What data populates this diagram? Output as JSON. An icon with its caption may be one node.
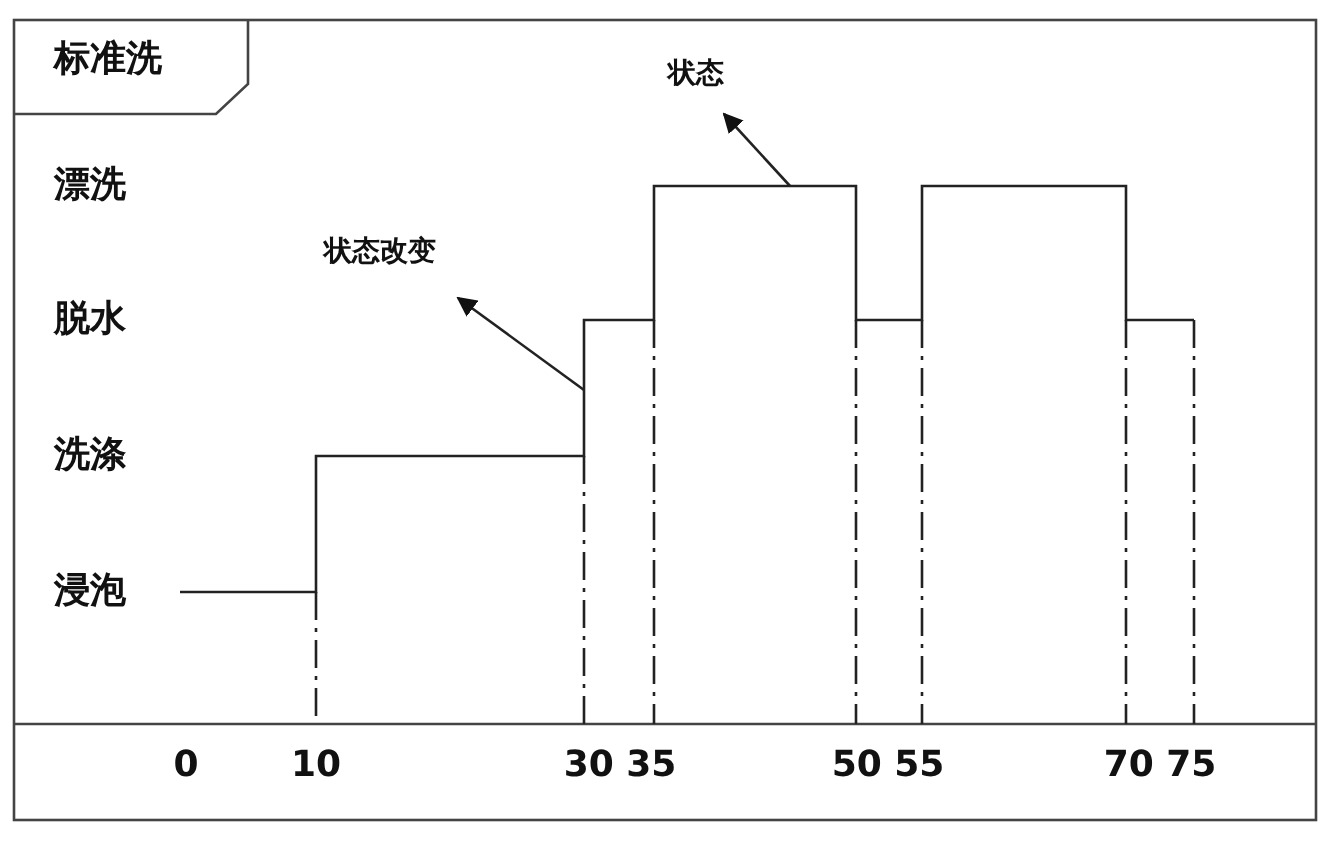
{
  "diagram": {
    "title": "标准洗",
    "nodes": [
      {
        "text": [
          "状态"
        ]
      },
      {
        "text": [
          "状态改变"
        ]
      }
    ],
    "edges": [
      {
        "from": null,
        "to": 0,
        "arrow": "to"
      },
      {
        "from": null,
        "to": 1,
        "arrow": "to"
      }
    ],
    "labels": [
      "漂洗",
      "脱水",
      "洗涤",
      "浸泡",
      "0",
      "10",
      "30 35",
      "50 55",
      "70 75"
    ]
  }
}
